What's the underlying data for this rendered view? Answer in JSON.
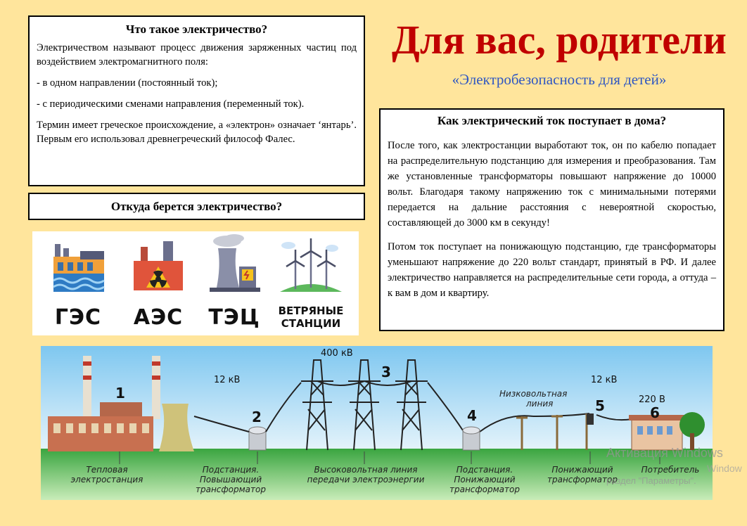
{
  "title": "Для вас, родители",
  "subtitle": "«Электробезопасность для детей»",
  "what_is": {
    "heading": "Что такое электричество?",
    "p1": "Электричеством называют процесс движения заряженных частиц под воздействием электромагнитного поля:",
    "p2": "- в одном направлении (постоянный ток);",
    "p3": "- с периодическими сменами направления (переменный ток).",
    "p4": "Термин имеет греческое происхождение, а «электрон» означает ‘янтарь’. Первым его использовал древнегреческий философ Фалес."
  },
  "where_from": {
    "heading": "Откуда берется электричество?"
  },
  "stations": [
    "ГЭС",
    "АЭС",
    "ТЭЦ",
    "ВЕТРЯНЫЕ СТАНЦИИ"
  ],
  "how_comes": {
    "heading": "Как электрический ток поступает в дома?",
    "p1": "После того, как электростанции выработают ток, он по кабелю попадает на распределительную подстанцию для измерения и преобразования. Там же установленные трансформаторы повышают напряжение до 10000 вольт. Благодаря такому напряжению ток с минимальными потерями передается на дальние расстояния с невероятной скоростью, составляющей до 3000 км в секунду!",
    "p2": "Потом ток поступает на понижающую подстанцию, где трансформаторы уменьшают напряжение до 220 вольт стандарт, принятый в РФ. И далее электричество направляется на распределительные сети города, а оттуда –к вам в дом и квартиру."
  },
  "diagram": {
    "numbers": [
      "1",
      "2",
      "3",
      "4",
      "5",
      "6"
    ],
    "voltages": [
      "12 кВ",
      "400 кВ",
      "12 кВ",
      "220 В"
    ],
    "low_line_1": "Низковольтная",
    "low_line_2": "линия",
    "labels": [
      [
        "Тепловая",
        "электростанция"
      ],
      [
        "Подстанция.",
        "Повышающий",
        "трансформатор"
      ],
      [
        "Высоковольтная линия",
        "передачи электроэнергии"
      ],
      [
        "Подстанция.",
        "Понижающий",
        "трансформатор"
      ],
      [
        "Понижающий",
        "трансформатор"
      ],
      [
        "Потребитель"
      ]
    ]
  },
  "watermark": {
    "line1": "Активация Windows",
    "line2": "раздел \"Параметры\".",
    "line3": "Window"
  }
}
